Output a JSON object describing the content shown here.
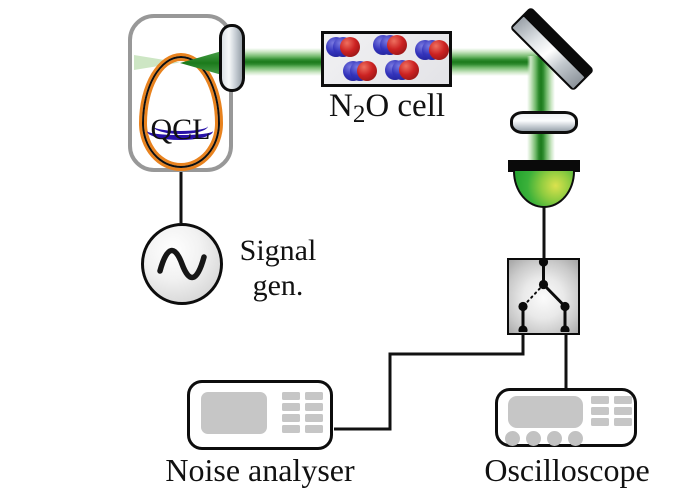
{
  "labels": {
    "qcl": "QCL",
    "n2o_prefix": "N",
    "n2o_subscript": "2",
    "n2o_suffix": "O cell",
    "signal_line1": "Signal",
    "signal_line2": "gen.",
    "noise_analyser": "Noise analyser",
    "oscilloscope": "Oscilloscope"
  },
  "colors": {
    "beam_core_green": "#1b7a1b",
    "beam_mid_green": "#2e8b2e",
    "beam_light_green": "#cde7c6",
    "glow_orange": "#e8821e",
    "coil_blue": "#2812a8",
    "molecule_blue": "#3434bc",
    "molecule_red": "#cc2222",
    "detector_green": "#1d9f2c",
    "detector_yellow": "#dbe24e",
    "wire_black": "#111111",
    "housing_gray": "#989898"
  },
  "icons": {
    "laser_cavity": "racetrack-cavity-icon",
    "signal_generator": "sine-wave-icon",
    "gas_molecule": "n2o-molecule-icon",
    "mirror": "steering-mirror-icon",
    "lens": "lens-icon",
    "photodetector": "photodetector-icon",
    "switch": "spdt-switch-icon"
  }
}
